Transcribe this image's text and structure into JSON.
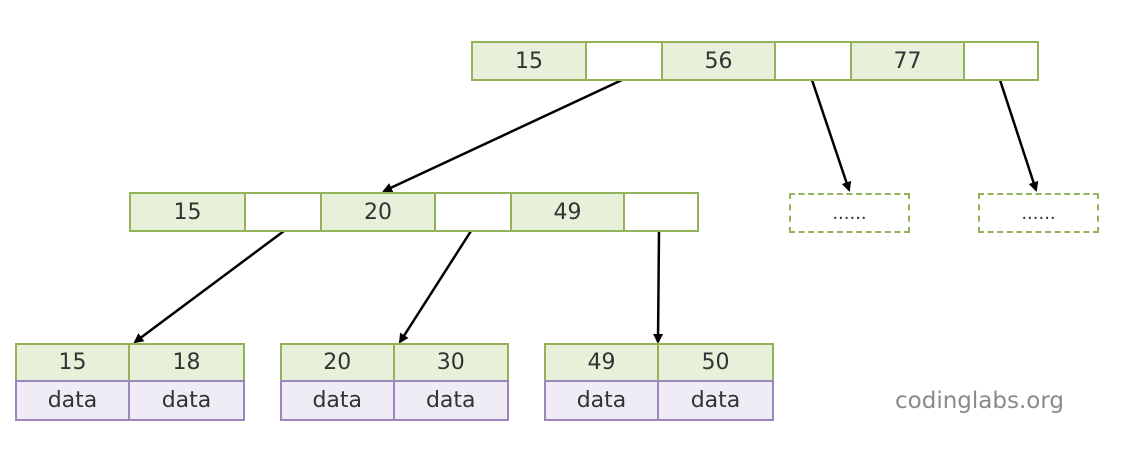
{
  "root": [
    "15",
    "",
    "56",
    "",
    "77",
    ""
  ],
  "internal": [
    "15",
    "",
    "20",
    "",
    "49",
    ""
  ],
  "placeholders": [
    "......",
    "......"
  ],
  "leaves": [
    {
      "keys": [
        "15",
        "18"
      ],
      "data": [
        "data",
        "data"
      ]
    },
    {
      "keys": [
        "20",
        "30"
      ],
      "data": [
        "data",
        "data"
      ]
    },
    {
      "keys": [
        "49",
        "50"
      ],
      "data": [
        "data",
        "data"
      ]
    }
  ],
  "watermark": "codinglabs.org"
}
